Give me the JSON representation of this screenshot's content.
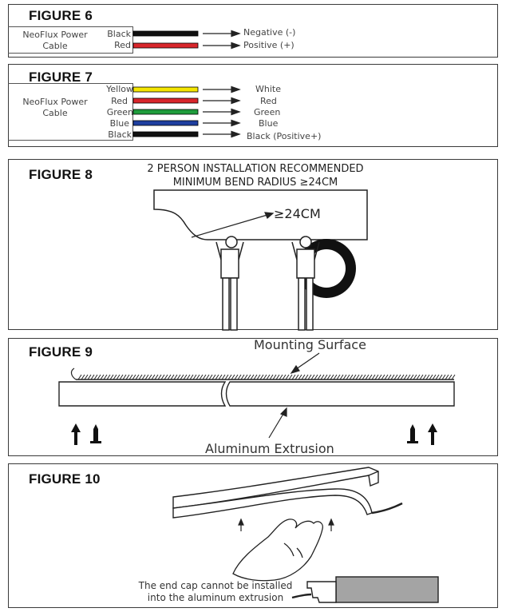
{
  "fig6": {
    "title": "FIGURE 6",
    "cable_label_line1": "NeoFlux Power",
    "cable_label_line2": "Cable",
    "wires": [
      {
        "name": "Black",
        "color": "#111111",
        "dest": "Negative (-)"
      },
      {
        "name": "Red",
        "color": "#d8262b",
        "dest": "Positive (+)"
      }
    ]
  },
  "fig7": {
    "title": "FIGURE 7",
    "cable_label_line1": "NeoFlux Power",
    "cable_label_line2": "Cable",
    "wires": [
      {
        "name": "Yellow",
        "color": "#f4e600",
        "dest": "White"
      },
      {
        "name": "Red",
        "color": "#d8262b",
        "dest": "Red"
      },
      {
        "name": "Green",
        "color": "#1f9c3c",
        "dest": "Green"
      },
      {
        "name": "Blue",
        "color": "#1e3fa0",
        "dest": "Blue"
      },
      {
        "name": "Black",
        "color": "#111111",
        "dest": "Black (Positive+)"
      }
    ]
  },
  "fig8": {
    "title": "FIGURE 8",
    "note_line1": "2 PERSON INSTALLATION RECOMMENDED",
    "note_line2": "MINIMUM BEND RADIUS ≥24CM",
    "radius_label": "≥24CM"
  },
  "fig9": {
    "title": "FIGURE 9",
    "mounting_label": "Mounting Surface",
    "extrusion_label": "Aluminum Extrusion"
  },
  "fig10": {
    "title": "FIGURE 10",
    "caption_line1": "The end cap cannot be installed",
    "caption_line2": "into the aluminum extrusion"
  }
}
